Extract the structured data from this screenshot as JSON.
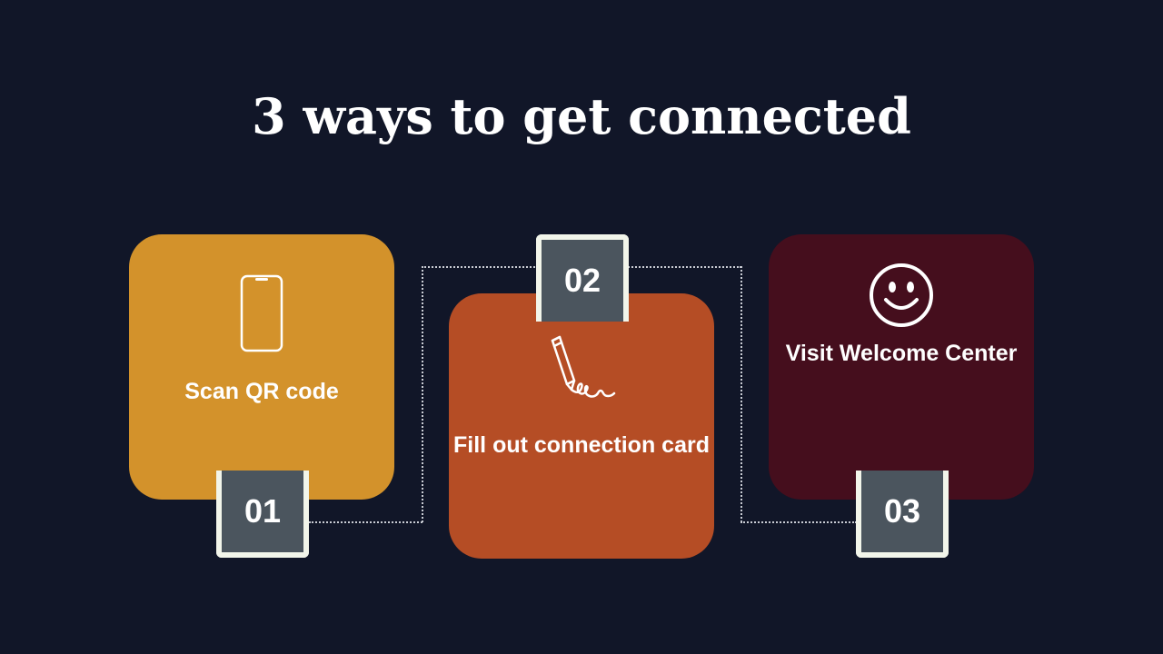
{
  "slide": {
    "title": "3 ways to get connected",
    "background_color": "#111628"
  },
  "steps": [
    {
      "number": "01",
      "label": "Scan QR code",
      "icon": "phone-icon",
      "color": "#d3922b"
    },
    {
      "number": "02",
      "label": "Fill out connection card",
      "icon": "pencil-icon",
      "color": "#b54d25"
    },
    {
      "number": "03",
      "label": "Visit Welcome Center",
      "icon": "smiley-icon",
      "color": "#450e1d"
    }
  ]
}
